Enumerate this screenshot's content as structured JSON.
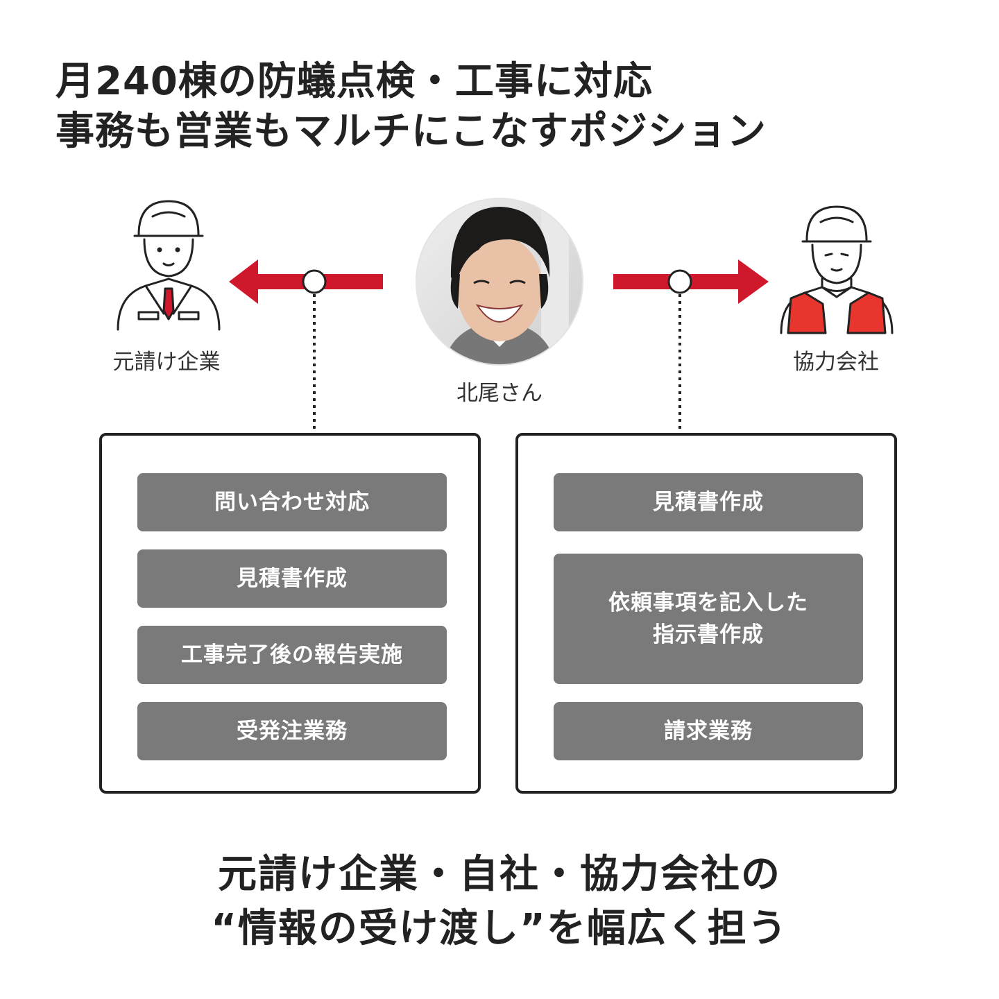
{
  "headline": {
    "line1": "月240棟の防蟻点検・工事に対応",
    "line2": "事務も営業もマルチにこなすポジション"
  },
  "left_party": {
    "label": "元請け企業",
    "icon": "worker-in-suit-icon"
  },
  "center_person": {
    "label": "北尾さん",
    "icon": "portrait-photo"
  },
  "right_party": {
    "label": "協力会社",
    "icon": "worker-in-red-vest-icon"
  },
  "left_tasks": [
    "問い合わせ対応",
    "見積書作成",
    "工事完了後の報告実施",
    "受発注業務"
  ],
  "right_tasks": [
    "見積書作成",
    "依頼事項を記入した\n指示書作成",
    "請求業務"
  ],
  "closing": {
    "line1": "元請け企業・自社・協力会社の",
    "line2": "“情報の受け渡し”を幅広く担う"
  },
  "colors": {
    "accent": "#d0182c",
    "task_box": "#7a7a7a",
    "text": "#222222"
  }
}
